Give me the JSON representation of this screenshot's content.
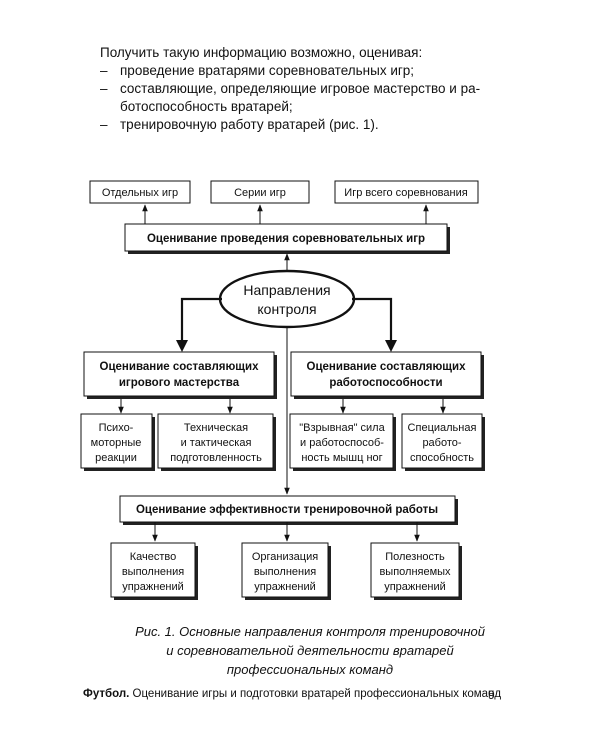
{
  "intro": {
    "lead": "Получить такую информацию возможно, оценивая:",
    "bullets": [
      {
        "dash": "–",
        "lines": [
          "проведение вратарями соревновательных игр;"
        ]
      },
      {
        "dash": "–",
        "lines": [
          "составляющие, определяющие игровое мастерство и ра-",
          "ботоспособность вратарей;"
        ]
      },
      {
        "dash": "–",
        "lines": [
          "тренировочную работу вратарей (рис. 1)."
        ]
      }
    ]
  },
  "diagram": {
    "top_boxes": [
      "Отдельных игр",
      "Серии игр",
      "Игр всего соревнования"
    ],
    "competition": "Оценивание проведения соревновательных игр",
    "center": [
      "Направления",
      "контроля"
    ],
    "mastery": [
      "Оценивание составляющих",
      "игрового мастерства"
    ],
    "performance": [
      "Оценивание составляющих",
      "работоспособности"
    ],
    "mastery_children": [
      [
        "Психо-",
        "моторные",
        "реакции"
      ],
      [
        "Техническая",
        "и тактическая",
        "подготовленность"
      ]
    ],
    "performance_children": [
      [
        "\"Взрывная\" сила",
        "и работоспособ-",
        "ность мышц ног"
      ],
      [
        "Специальная",
        "работо-",
        "способность"
      ]
    ],
    "training": "Оценивание эффективности тренировочной работы",
    "training_children": [
      [
        "Качество",
        "выполнения",
        "упражнений"
      ],
      [
        "Организация",
        "выполнения",
        "упражнений"
      ],
      [
        "Полезность",
        "выполняемых",
        "упражнений"
      ]
    ]
  },
  "caption": {
    "lines": [
      "Рис. 1. Основные направления контроля тренировочной",
      "и соревновательной деятельности вратарей",
      "профессиональных команд"
    ]
  },
  "footer": {
    "title_bold": "Футбол.",
    "title_rest": "Оценивание игры и подготовки вратарей профессиональных команд",
    "page": "9"
  }
}
